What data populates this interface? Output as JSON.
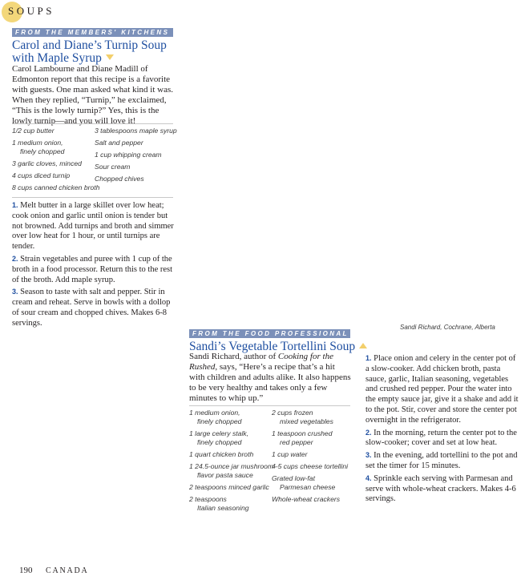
{
  "page": {
    "section": "SOUPS",
    "page_number": "190",
    "footer_label": "CANADA"
  },
  "recipe1": {
    "source_band": "FROM THE MEMBERS' KITCHENS",
    "title_line1": "Carol and Diane’s Turnip Soup",
    "title_line2": "with Maple Syrup",
    "intro": "Carol Lambourne and Diane Madill of Edmonton report that this recipe is a favorite with guests. One man asked what kind it was. When they replied, “Turnip,” he exclaimed, “This is the lowly turnip?” Yes, this is the lowly turnip—and you will love it!",
    "ingredients_left": [
      {
        "line1": "1/2 cup butter",
        "line2": ""
      },
      {
        "line1": "1 medium onion,",
        "line2": "finely chopped"
      },
      {
        "line1": "3 garlic cloves, minced",
        "line2": ""
      },
      {
        "line1": "4 cups diced turnip",
        "line2": ""
      },
      {
        "line1": "8 cups canned chicken broth",
        "line2": ""
      }
    ],
    "ingredients_right": [
      {
        "line1": "3 tablespoons maple syrup",
        "line2": ""
      },
      {
        "line1": "Salt and pepper",
        "line2": ""
      },
      {
        "line1": "1 cup whipping cream",
        "line2": ""
      },
      {
        "line1": "Sour cream",
        "line2": ""
      },
      {
        "line1": "Chopped chives",
        "line2": ""
      }
    ],
    "steps": [
      {
        "num": "1.",
        "text": "Melt butter in a large skillet over low heat; cook onion and garlic until onion is tender but not browned. Add turnips and broth and simmer over low heat for 1 hour, or until turnips are tender."
      },
      {
        "num": "2.",
        "text": "Strain vegetables and puree with 1 cup of the broth in a food processor. Return this to the rest of the broth. Add maple syrup."
      },
      {
        "num": "3.",
        "text": "Season to taste with salt and pepper. Stir in cream and reheat. Serve in bowls with a dollop of sour cream and chopped chives. Makes 6-8 servings."
      }
    ]
  },
  "recipe2": {
    "source_band": "FROM THE FOOD PROFESSIONAL",
    "title": "Sandi’s Vegetable Tortellini Soup",
    "intro_before": "Sandi Richard, author of ",
    "intro_book": "Cooking for the Rushed",
    "intro_after": ", says, “Here’s a recipe that’s a hit with children and adults alike. It also happens to be very healthy and takes only a few minutes to whip up.”",
    "attribution": "Sandi Richard, Cochrane, Alberta",
    "ingredients_left": [
      {
        "line1": "1 medium onion,",
        "line2": "finely chopped"
      },
      {
        "line1": "1 large celery stalk,",
        "line2": "finely chopped"
      },
      {
        "line1": "1 quart chicken broth",
        "line2": ""
      },
      {
        "line1": "1 24.5-ounce jar mushroom-",
        "line2": "flavor pasta sauce"
      },
      {
        "line1": "2 teaspoons minced garlic",
        "line2": ""
      },
      {
        "line1": "2 teaspoons",
        "line2": "Italian seasoning"
      }
    ],
    "ingredients_right": [
      {
        "line1": "2 cups frozen",
        "line2": "mixed vegetables"
      },
      {
        "line1": "1 teaspoon crushed",
        "line2": "red pepper"
      },
      {
        "line1": "1 cup water",
        "line2": ""
      },
      {
        "line1": "4-5 cups cheese tortellini",
        "line2": ""
      },
      {
        "line1": "Grated low-fat",
        "line2": "Parmesan cheese"
      },
      {
        "line1": "Whole-wheat crackers",
        "line2": ""
      }
    ],
    "steps": [
      {
        "num": "1.",
        "text": "Place onion and celery in the center pot of a slow-cooker. Add chicken broth, pasta sauce, garlic, Italian seasoning, vegetables and crushed red pepper. Pour the water into the empty sauce jar, give it a shake and add it to the pot. Stir, cover and store the center pot overnight in the refrigerator."
      },
      {
        "num": "2.",
        "text": "In the morning, return the center pot to the slow-cooker; cover and set at low heat."
      },
      {
        "num": "3.",
        "text": "In the evening, add tortellini to the pot and set the timer for 15 minutes."
      },
      {
        "num": "4.",
        "text": "Sprinkle each serving with Parmesan and serve with whole-wheat crackers. Makes 4-6 servings."
      }
    ]
  }
}
